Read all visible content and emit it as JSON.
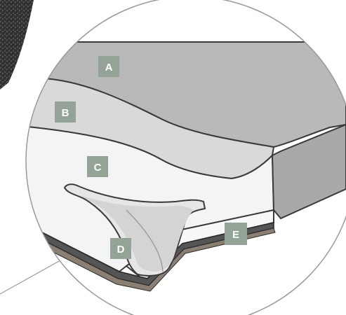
{
  "callouts": [
    {
      "id": "A",
      "text": "A"
    },
    {
      "id": "B",
      "text": "B"
    },
    {
      "id": "C",
      "text": "C"
    },
    {
      "id": "D",
      "text": "D"
    },
    {
      "id": "E",
      "text": "E"
    }
  ],
  "colors": {
    "label_box": "#93a395",
    "outline": "#3a3a3a",
    "layer_a": "#b9b9b9",
    "layer_b": "#d9d9d9",
    "layer_c_face": "#f4f4f4",
    "side_dark": "#a9a9a9",
    "base": "#555555",
    "cutout": "#e6e6e6",
    "background_texture": "#2a2a2a"
  }
}
